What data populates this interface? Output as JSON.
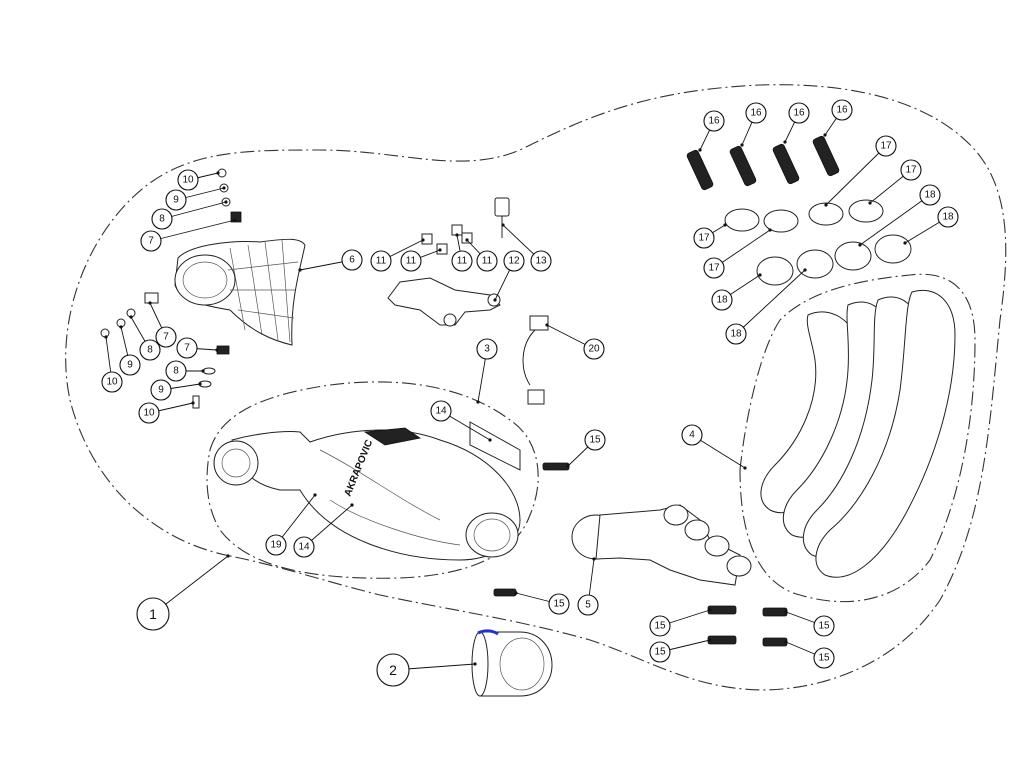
{
  "diagram": {
    "callouts": [
      {
        "id": "c1",
        "label": "1"
      },
      {
        "id": "c2",
        "label": "2"
      },
      {
        "id": "c3",
        "label": "3"
      },
      {
        "id": "c4",
        "label": "4"
      },
      {
        "id": "c5",
        "label": "5"
      },
      {
        "id": "c6",
        "label": "6"
      },
      {
        "id": "c7a",
        "label": "7"
      },
      {
        "id": "c7b",
        "label": "7"
      },
      {
        "id": "c7c",
        "label": "7"
      },
      {
        "id": "c8a",
        "label": "8"
      },
      {
        "id": "c8b",
        "label": "8"
      },
      {
        "id": "c8c",
        "label": "8"
      },
      {
        "id": "c9a",
        "label": "9"
      },
      {
        "id": "c9b",
        "label": "9"
      },
      {
        "id": "c9c",
        "label": "9"
      },
      {
        "id": "c10a",
        "label": "10"
      },
      {
        "id": "c10b",
        "label": "10"
      },
      {
        "id": "c10c",
        "label": "10"
      },
      {
        "id": "c11a",
        "label": "11"
      },
      {
        "id": "c11b",
        "label": "11"
      },
      {
        "id": "c11c",
        "label": "11"
      },
      {
        "id": "c11d",
        "label": "11"
      },
      {
        "id": "c12",
        "label": "12"
      },
      {
        "id": "c13",
        "label": "13"
      },
      {
        "id": "c14a",
        "label": "14"
      },
      {
        "id": "c14b",
        "label": "14"
      },
      {
        "id": "c15a",
        "label": "15"
      },
      {
        "id": "c15b",
        "label": "15"
      },
      {
        "id": "c15c",
        "label": "15"
      },
      {
        "id": "c15d",
        "label": "15"
      },
      {
        "id": "c15e",
        "label": "15"
      },
      {
        "id": "c15f",
        "label": "15"
      },
      {
        "id": "c16a",
        "label": "16"
      },
      {
        "id": "c16b",
        "label": "16"
      },
      {
        "id": "c16c",
        "label": "16"
      },
      {
        "id": "c16d",
        "label": "16"
      },
      {
        "id": "c17a",
        "label": "17"
      },
      {
        "id": "c17b",
        "label": "17"
      },
      {
        "id": "c17c",
        "label": "17"
      },
      {
        "id": "c17d",
        "label": "17"
      },
      {
        "id": "c18a",
        "label": "18"
      },
      {
        "id": "c18b",
        "label": "18"
      },
      {
        "id": "c18c",
        "label": "18"
      },
      {
        "id": "c18d",
        "label": "18"
      },
      {
        "id": "c19",
        "label": "19"
      },
      {
        "id": "c20",
        "label": "20"
      }
    ],
    "muffler_logo_text": "AKRAPOVIC",
    "colors": {
      "line": "#111111",
      "background": "#ffffff",
      "accent": "#2233cc"
    }
  }
}
